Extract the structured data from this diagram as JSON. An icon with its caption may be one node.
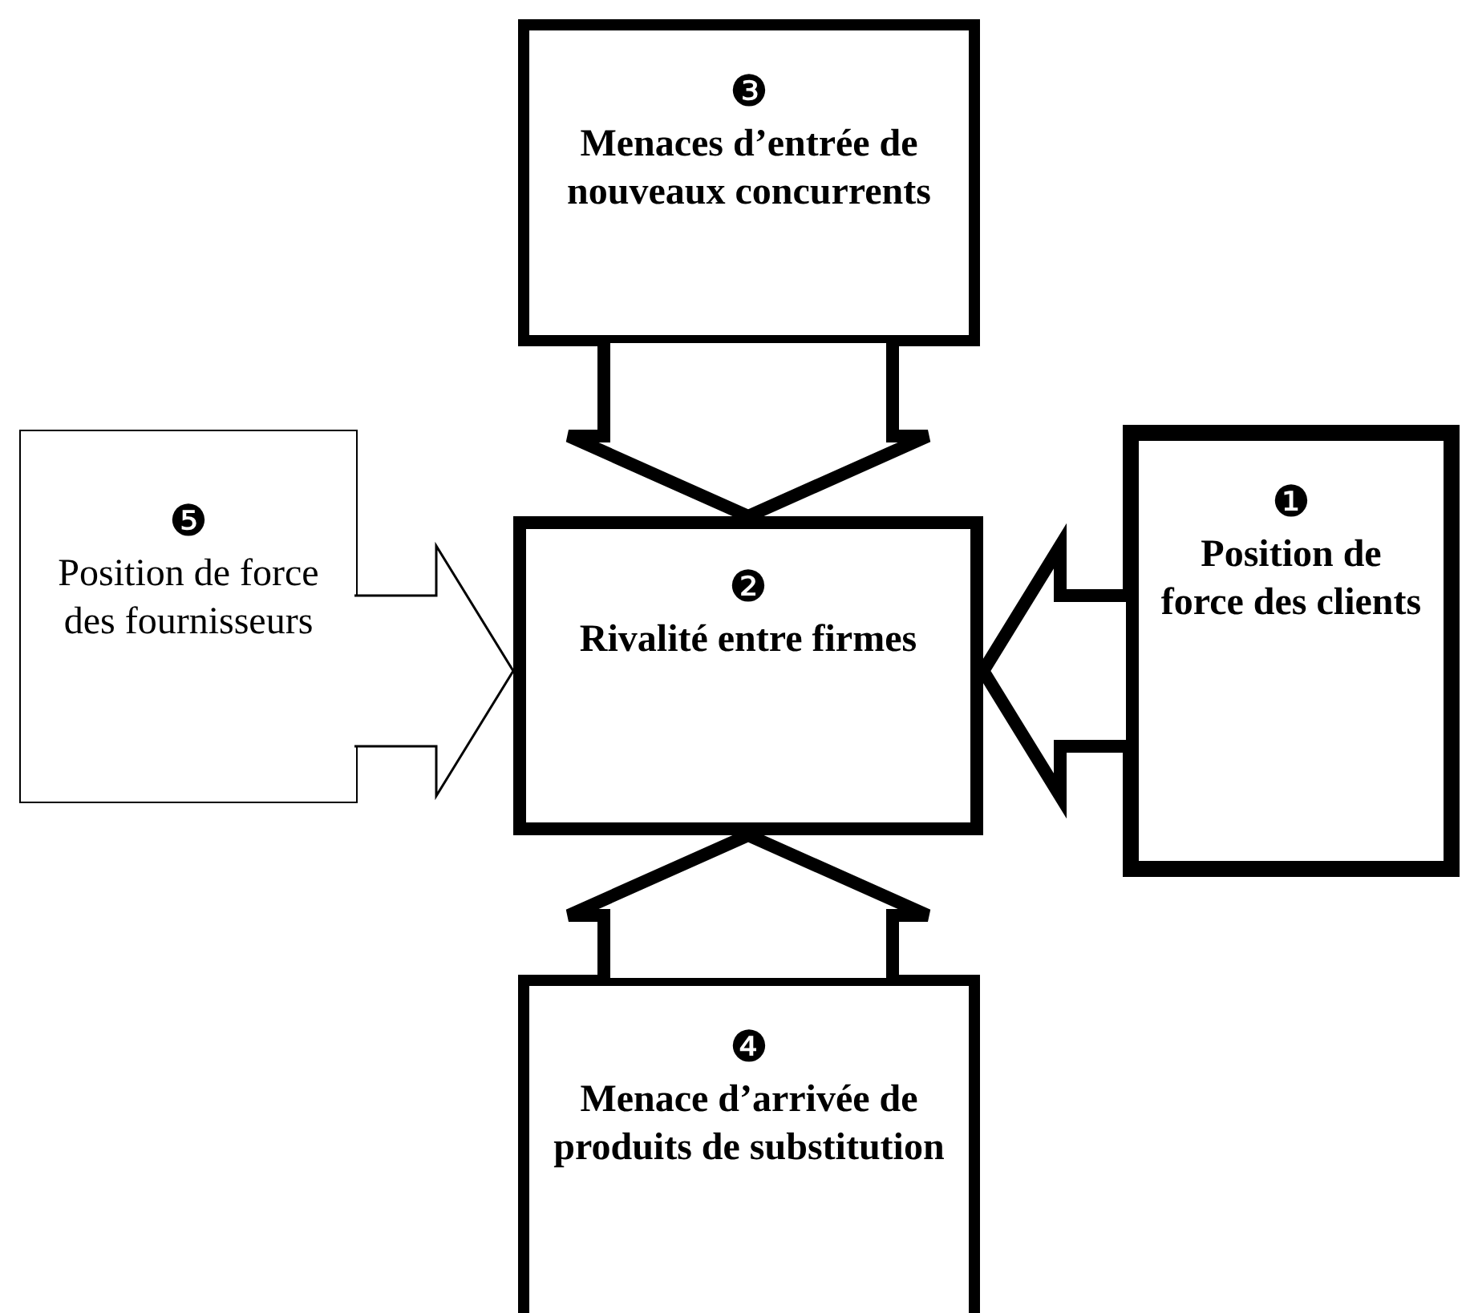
{
  "diagram": {
    "nodes": [
      {
        "text": [
          "❸",
          "Menaces d’entrée de nouveaux concurrents"
        ]
      },
      {
        "text": [
          "❺",
          "Position de force des fournisseurs"
        ]
      },
      {
        "text": [
          "❷",
          "Rivalité entre firmes"
        ]
      },
      {
        "text": [
          "❶",
          "Position de force des clients"
        ]
      },
      {
        "text": [
          "❹",
          "Menace d’arrivée de produits de substitution"
        ]
      }
    ],
    "edges": [
      {
        "from": 0,
        "to": 2,
        "arrow": "to",
        "style": "thick"
      },
      {
        "from": 1,
        "to": 2,
        "arrow": "to"
      },
      {
        "from": 3,
        "to": 2,
        "arrow": "to",
        "style": "thick"
      },
      {
        "from": 4,
        "to": 2,
        "arrow": "to",
        "style": "thick"
      }
    ]
  }
}
